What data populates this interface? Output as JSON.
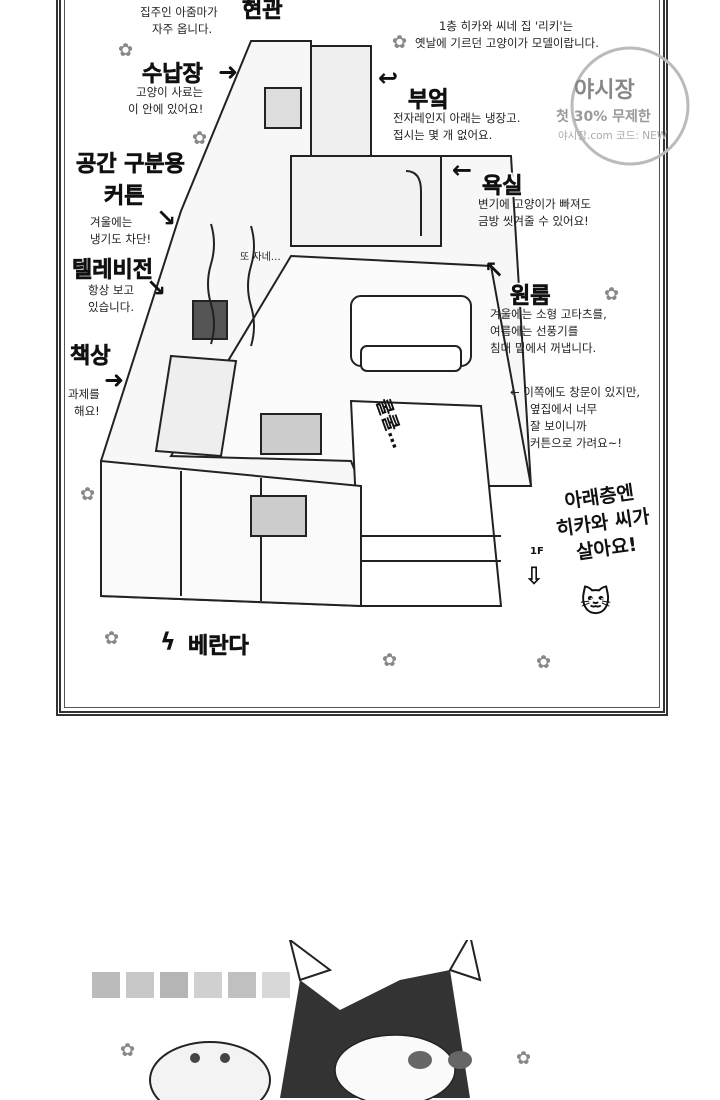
{
  "top_notes": {
    "ajumma_line1": "집주인 아줌마가",
    "ajumma_line2": "자주 옵니다.",
    "entrance": "현관"
  },
  "first_floor_note": {
    "line1": "1층 히카와 씨네 집 '리키'는",
    "line2": "옛날에 기르던 고양이가 모델이랍니다."
  },
  "storage": {
    "title": "수납장",
    "line1": "고양이 사료는",
    "line2": "이 안에 있어요!"
  },
  "kitchen": {
    "title": "부엌",
    "line1": "전자레인지 아래는 냉장고.",
    "line2": "접시는 몇 개 없어요."
  },
  "curtain": {
    "title_line1": "공간 구분용",
    "title_line2": "커튼",
    "line1": "겨울에는",
    "line2": "냉기도 차단!"
  },
  "bathroom": {
    "title": "욕실",
    "line1": "변기에 고양이가 빠져도",
    "line2": "금방 씻겨줄 수 있어요!"
  },
  "tv": {
    "title": "텔레비전",
    "line1": "항상 보고",
    "line2": "있습니다."
  },
  "speech": {
    "sleep": "또 자네…",
    "zzz": "쿨쿨…"
  },
  "one_room": {
    "title": "원룸",
    "line1": "겨울에는 소형 고타츠를,",
    "line2": "여름에는 선풍기를",
    "line3": "침대 밑에서 꺼냅니다."
  },
  "desk": {
    "title": "책상",
    "line1": "과제를",
    "line2": "해요!"
  },
  "window_note": {
    "line1": "← 이쪽에도 창문이 있지만,",
    "line2": "옆집에서 너무",
    "line3": "잘 보이니까",
    "line4": "커튼으로 가려요~!"
  },
  "downstairs": {
    "line1": "아래층엔",
    "line2": "히카와 씨가",
    "line3": "살아요!",
    "floor": "1F"
  },
  "veranda": {
    "title": "베란다"
  },
  "watermark": {
    "name": "야시장",
    "promo": "첫 30% 무제한",
    "code": "야시장.com 코드: NEW"
  },
  "icons": {
    "arrow": "arrow-icon",
    "flower": "flower-icon",
    "cat": "cat-icon"
  }
}
